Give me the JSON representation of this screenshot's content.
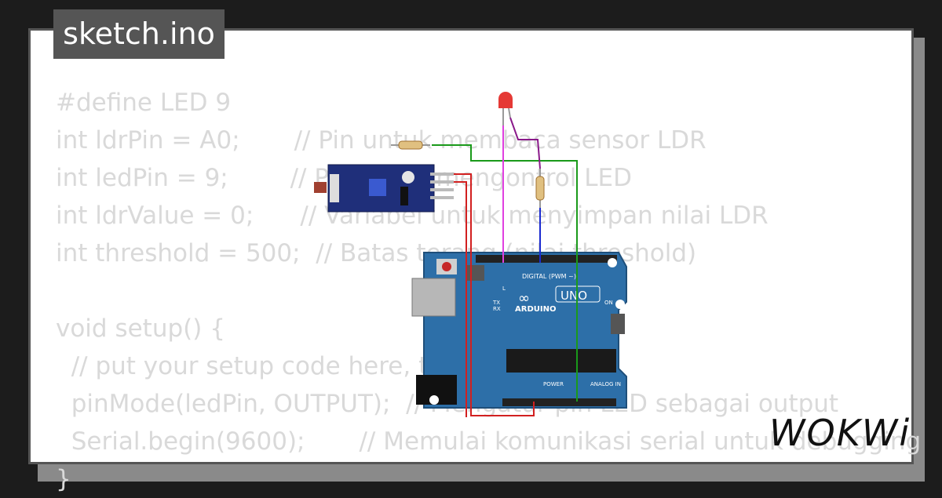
{
  "title": "sketch.ino",
  "code_lines": [
    "#define LED 9",
    "int ldrPin = A0;       // Pin untuk membaca sensor LDR",
    "int ledPin = 9;        // Pin untuk mengontrol LED",
    "int ldrValue = 0;      // Variabel untuk menyimpan nilai LDR",
    "int threshold = 500;  // Batas terang (nilai threshold)",
    "",
    "void setup() {",
    "  // put your setup code here, to run once:",
    "  pinMode(ledPin, OUTPUT);  // Mengatur pin LED sebagai output",
    "  Serial.begin(9600);       // Memulai komunikasi serial untuk debugging",
    "}"
  ],
  "board": {
    "brand": "ARDUINO",
    "model": "UNO",
    "digital_header": "DIGITAL (PWM ~)",
    "power_label": "POWER",
    "analog_label": "ANALOG IN",
    "on_label": "ON",
    "l_label": "L",
    "tx_label": "TX",
    "rx_label": "RX"
  },
  "wire_colors": {
    "red": "#d22020",
    "green": "#1a9a1a",
    "magenta": "#e040e0",
    "purple": "#8a1a8a",
    "blue": "#1a2ad0"
  },
  "logo_text": "WOKWi"
}
